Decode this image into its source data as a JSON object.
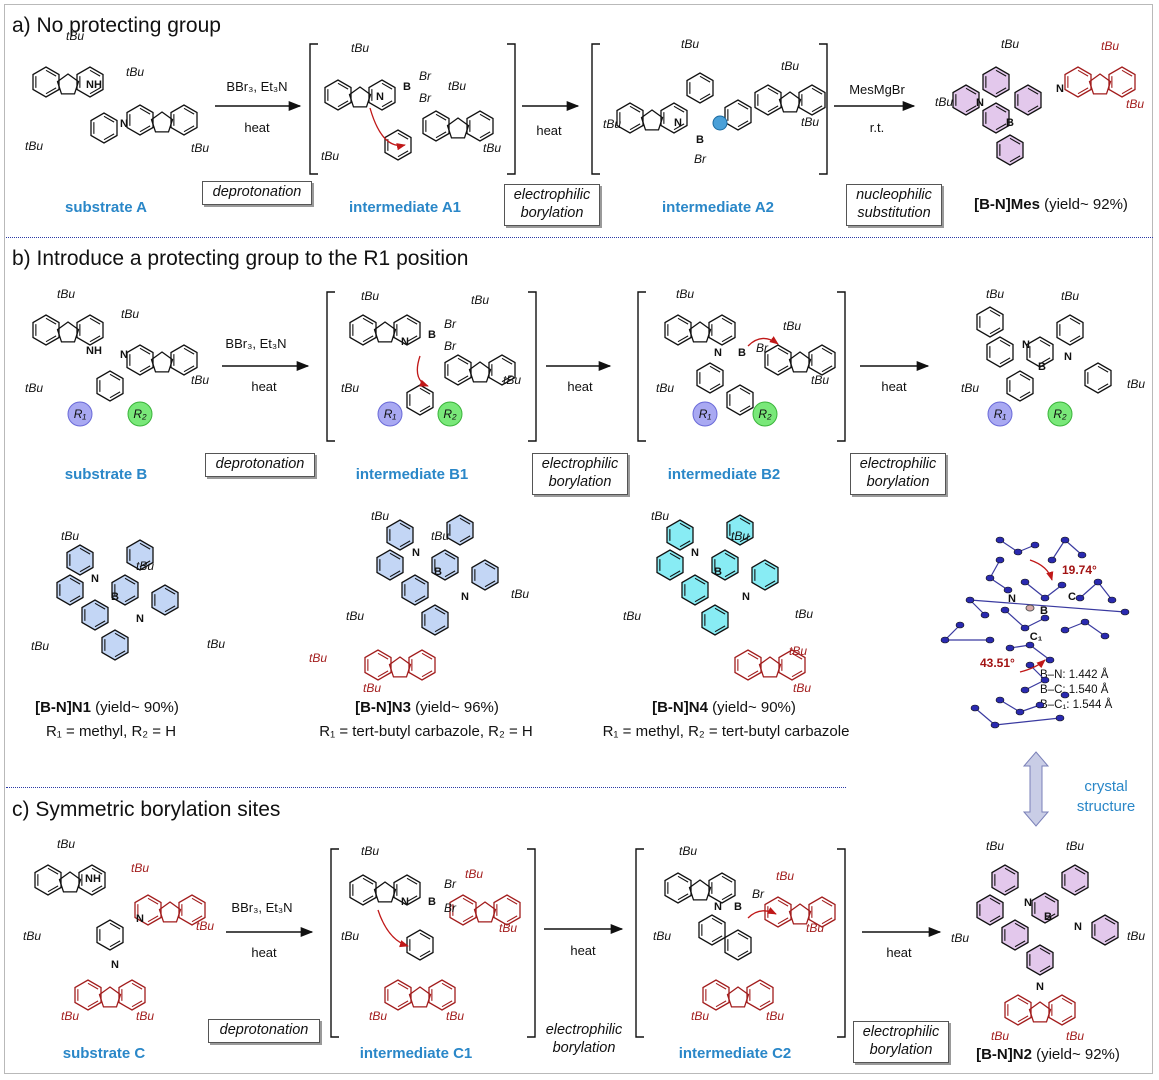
{
  "sections": [
    {
      "title": "a) No protecting group",
      "labels": [
        "substrate A",
        "intermediate A1",
        "intermediate A2"
      ],
      "steps": [
        "deprotonation",
        "electrophilic borylation",
        "nucleophilic substitution"
      ],
      "reagents": {
        "r1": "BBr₃, Et₃N",
        "r1b": "heat",
        "r2": "heat",
        "r3": "MesMgBr",
        "r3b": "r.t."
      },
      "product": {
        "name": "[B-N]Mes",
        "yield": "(yield~ 92%)"
      }
    },
    {
      "title": "b) Introduce a protecting group to the R1 position",
      "labels": [
        "substrate B",
        "intermediate B1",
        "intermediate B2"
      ],
      "steps": [
        "deprotonation",
        "electrophilic borylation",
        "electrophilic borylation"
      ],
      "reagents": {
        "r1": "BBr₃, Et₃N",
        "r1b": "heat",
        "r2": "heat",
        "r3": "heat"
      }
    },
    {
      "title": "c) Symmetric borylation sites",
      "labels": [
        "substrate C",
        "intermediate C1",
        "intermediate C2"
      ],
      "steps": [
        "deprotonation",
        "electrophilic borylation",
        "electrophilic borylation"
      ],
      "reagents": {
        "r1": "BBr₃, Et₃N",
        "r1b": "heat",
        "r2": "heat",
        "r3": "heat"
      },
      "product": {
        "name": "[B-N]N2",
        "yield": "(yield~ 92%)"
      }
    }
  ],
  "products_b": [
    {
      "name": "[B-N]N1",
      "yield": "(yield~ 90%)",
      "desc": "R₁ = methyl, R₂ = H"
    },
    {
      "name": "[B-N]N3",
      "yield": "(yield~ 96%)",
      "desc": "R₁ = tert-butyl carbazole, R₂ = H"
    },
    {
      "name": "[B-N]N4",
      "yield": "(yield~ 90%)",
      "desc": "R₁ = methyl, R₂ = tert-butyl carbazole"
    }
  ],
  "crystal": {
    "label_line1": "crystal",
    "label_line2": "structure",
    "angle1": "19.74°",
    "angle2": "43.51°",
    "bonds": [
      "B–N: 1.442 Å",
      "B–C: 1.540 Å",
      "B–C₁: 1.544 Å"
    ],
    "atoms": [
      "N",
      "B",
      "C",
      "C₁"
    ]
  },
  "group_labels": {
    "tbu": "tBu",
    "nh": "NH",
    "n": "N",
    "b": "B",
    "br": "Br",
    "r1": "R₁",
    "r2": "R₂"
  },
  "colors": {
    "label_blue": "#2a87c8",
    "boron_pink": "#d63fc9",
    "carbazole_red": "#a21c1c",
    "section_rule": "#2b3aa6",
    "ring_fill_violet": "#e3c8ec",
    "ring_fill_blue": "#c3d6f5",
    "ring_fill_cyan": "#88ecf4"
  }
}
